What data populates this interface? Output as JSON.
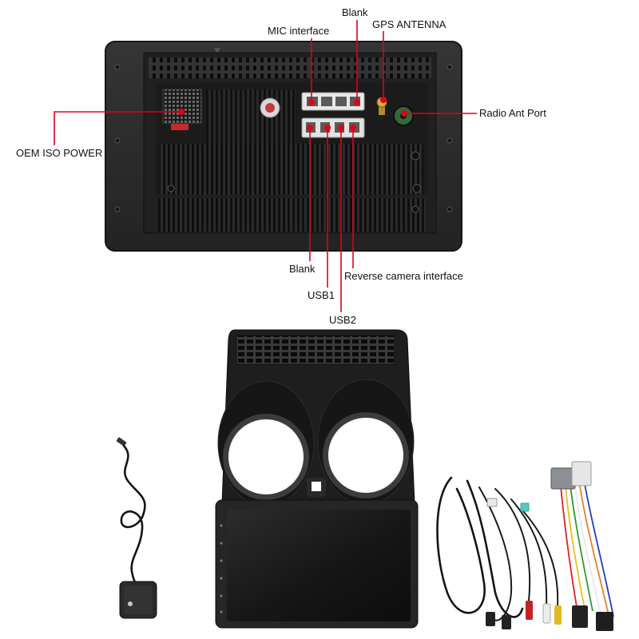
{
  "callouts": {
    "mic_interface": "MIC interface",
    "blank_top": "Blank",
    "gps_antenna": "GPS ANTENNA",
    "radio_ant_port": "Radio Ant Port",
    "oem_iso_power": "OEM ISO POWER",
    "blank_bottom": "Blank",
    "usb1": "USB1",
    "reverse_camera_interface": "Reverse camera interface",
    "usb2": "USB2"
  },
  "colors": {
    "callout": "#e0001b",
    "background": "#ffffff",
    "unit_body": "#2d2d2d",
    "bezel": "#1e1e1e"
  }
}
